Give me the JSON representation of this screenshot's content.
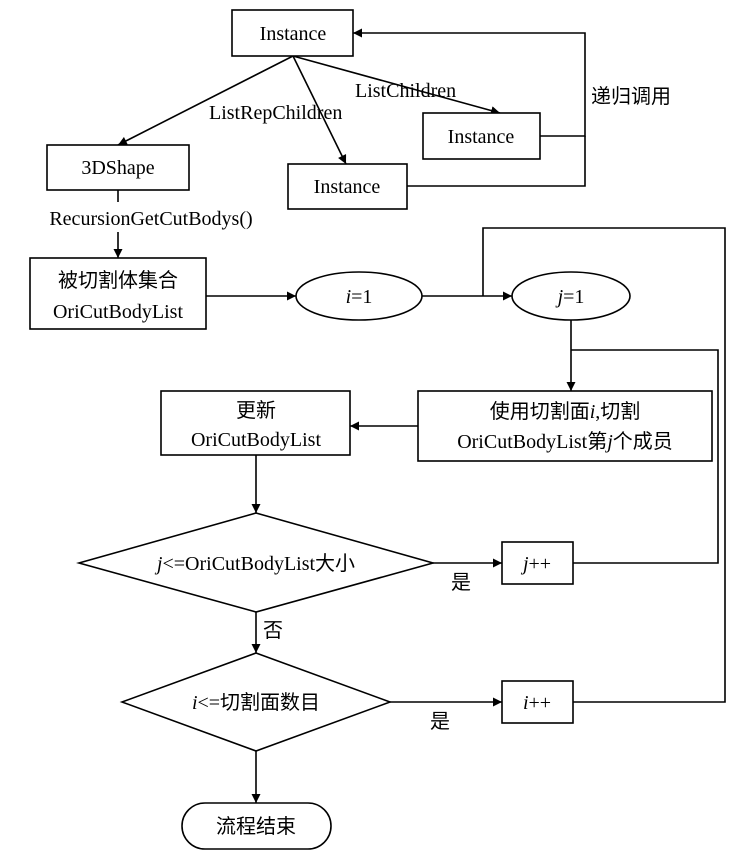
{
  "nodes": {
    "instance_top": "Instance",
    "instance_right": "Instance",
    "instance_mid": "Instance",
    "shape3d": "3DShape",
    "cutbody_set_line1": "被切割体集合",
    "cutbody_set_line2": "OriCutBodyList",
    "i_init_var": "i",
    "i_init_rest": "=1",
    "j_init_var": "j",
    "j_init_rest": "=1",
    "cut_line1_pre": "使用切割面",
    "cut_line1_var": "i",
    "cut_line1_post": ",切割",
    "cut_line2_pre": "OriCutBodyList第",
    "cut_line2_var": "j",
    "cut_line2_post": "个成员",
    "update_line1": "更新",
    "update_line2": "OriCutBodyList",
    "cond_j_var": "j",
    "cond_j_rest": "<=OriCutBodyList大小",
    "j_inc_var": "j",
    "j_inc_rest": "++",
    "cond_i_var": "i",
    "cond_i_rest": "<=切割面数目",
    "i_inc_var": "i",
    "i_inc_rest": "++",
    "end": "流程结束"
  },
  "edges": {
    "list_children": "ListChildren",
    "list_rep_children": "ListRepChildren",
    "recursive_call": "递归调用",
    "recursion_get": "RecursionGetCutBodys()",
    "yes_j": "是",
    "no_j": "否",
    "yes_i": "是"
  }
}
